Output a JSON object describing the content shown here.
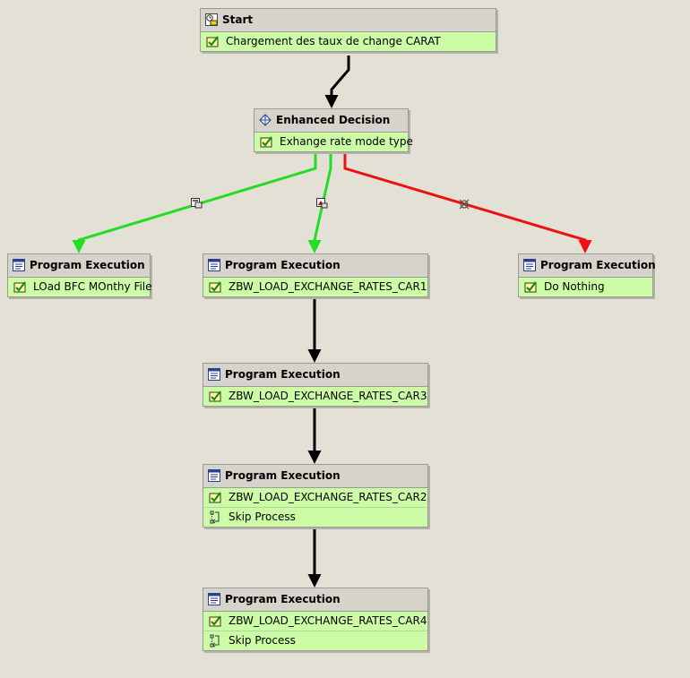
{
  "nodes": {
    "start": {
      "title": "Start",
      "rows": [
        "Chargement des taux de change CARAT"
      ]
    },
    "decision": {
      "title": "Enhanced Decision",
      "rows": [
        "Exhange rate mode type"
      ]
    },
    "pe_left": {
      "title": "Program Execution",
      "rows": [
        "LOad BFC MOnthy File"
      ]
    },
    "pe_car1": {
      "title": "Program Execution",
      "rows": [
        "ZBW_LOAD_EXCHANGE_RATES_CAR1"
      ]
    },
    "pe_right": {
      "title": "Program Execution",
      "rows": [
        "Do Nothing"
      ]
    },
    "pe_car3": {
      "title": "Program Execution",
      "rows": [
        "ZBW_LOAD_EXCHANGE_RATES_CAR3"
      ]
    },
    "pe_car2": {
      "title": "Program Execution",
      "rows": [
        "ZBW_LOAD_EXCHANGE_RATES_CAR2",
        "Skip Process"
      ]
    },
    "pe_car4": {
      "title": "Program Execution",
      "rows": [
        "ZBW_LOAD_EXCHANGE_RATES_CAR4",
        "Skip Process"
      ]
    }
  },
  "colors": {
    "background": "#e3e0d6",
    "node_body": "#ccfca6",
    "node_header": "#d6d3ca",
    "edge_default": "#000000",
    "edge_true": "#22dd22",
    "edge_false": "#ee1111"
  },
  "icons": {
    "start": "start-icon",
    "decision": "decision-icon",
    "program": "program-icon",
    "variant": "variant-icon",
    "skip": "skip-icon"
  }
}
